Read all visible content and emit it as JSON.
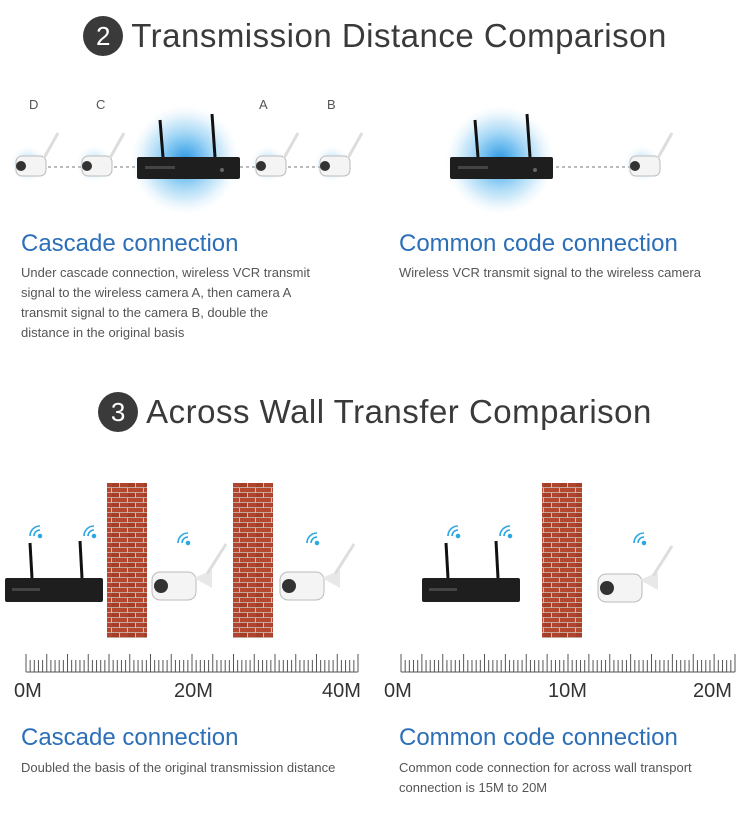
{
  "section2": {
    "number": "2",
    "title": "Transmission Distance Comparison",
    "letters": [
      "D",
      "C",
      "A",
      "B"
    ],
    "left": {
      "heading": "Cascade connection",
      "desc_lines": [
        "Under cascade connection, wireless VCR transmit",
        "signal to the wireless camera A, then camera A",
        "transmit signal to the camera B, double the",
        "distance in the original basis"
      ]
    },
    "right": {
      "heading": "Common code connection",
      "desc_lines": [
        "Wireless VCR transmit signal to the wireless camera"
      ]
    }
  },
  "section3": {
    "number": "3",
    "title": "Across Wall Transfer Comparison",
    "left": {
      "ruler_labels": [
        "0M",
        "20M",
        "40M"
      ],
      "heading": "Cascade connection",
      "desc_lines": [
        "Doubled the basis of the original transmission distance"
      ]
    },
    "right": {
      "ruler_labels": [
        "0M",
        "10M",
        "20M"
      ],
      "heading": "Common code connection",
      "desc_lines": [
        "Common code connection for across wall transport",
        "connection is 15M to 20M"
      ]
    }
  },
  "colors": {
    "accent_blue": "#2c6fb8",
    "dark": "#3a3a3a",
    "brick": "#b5472f",
    "nvr": "#1e1e1e",
    "wifi": "#2ba8e0"
  }
}
